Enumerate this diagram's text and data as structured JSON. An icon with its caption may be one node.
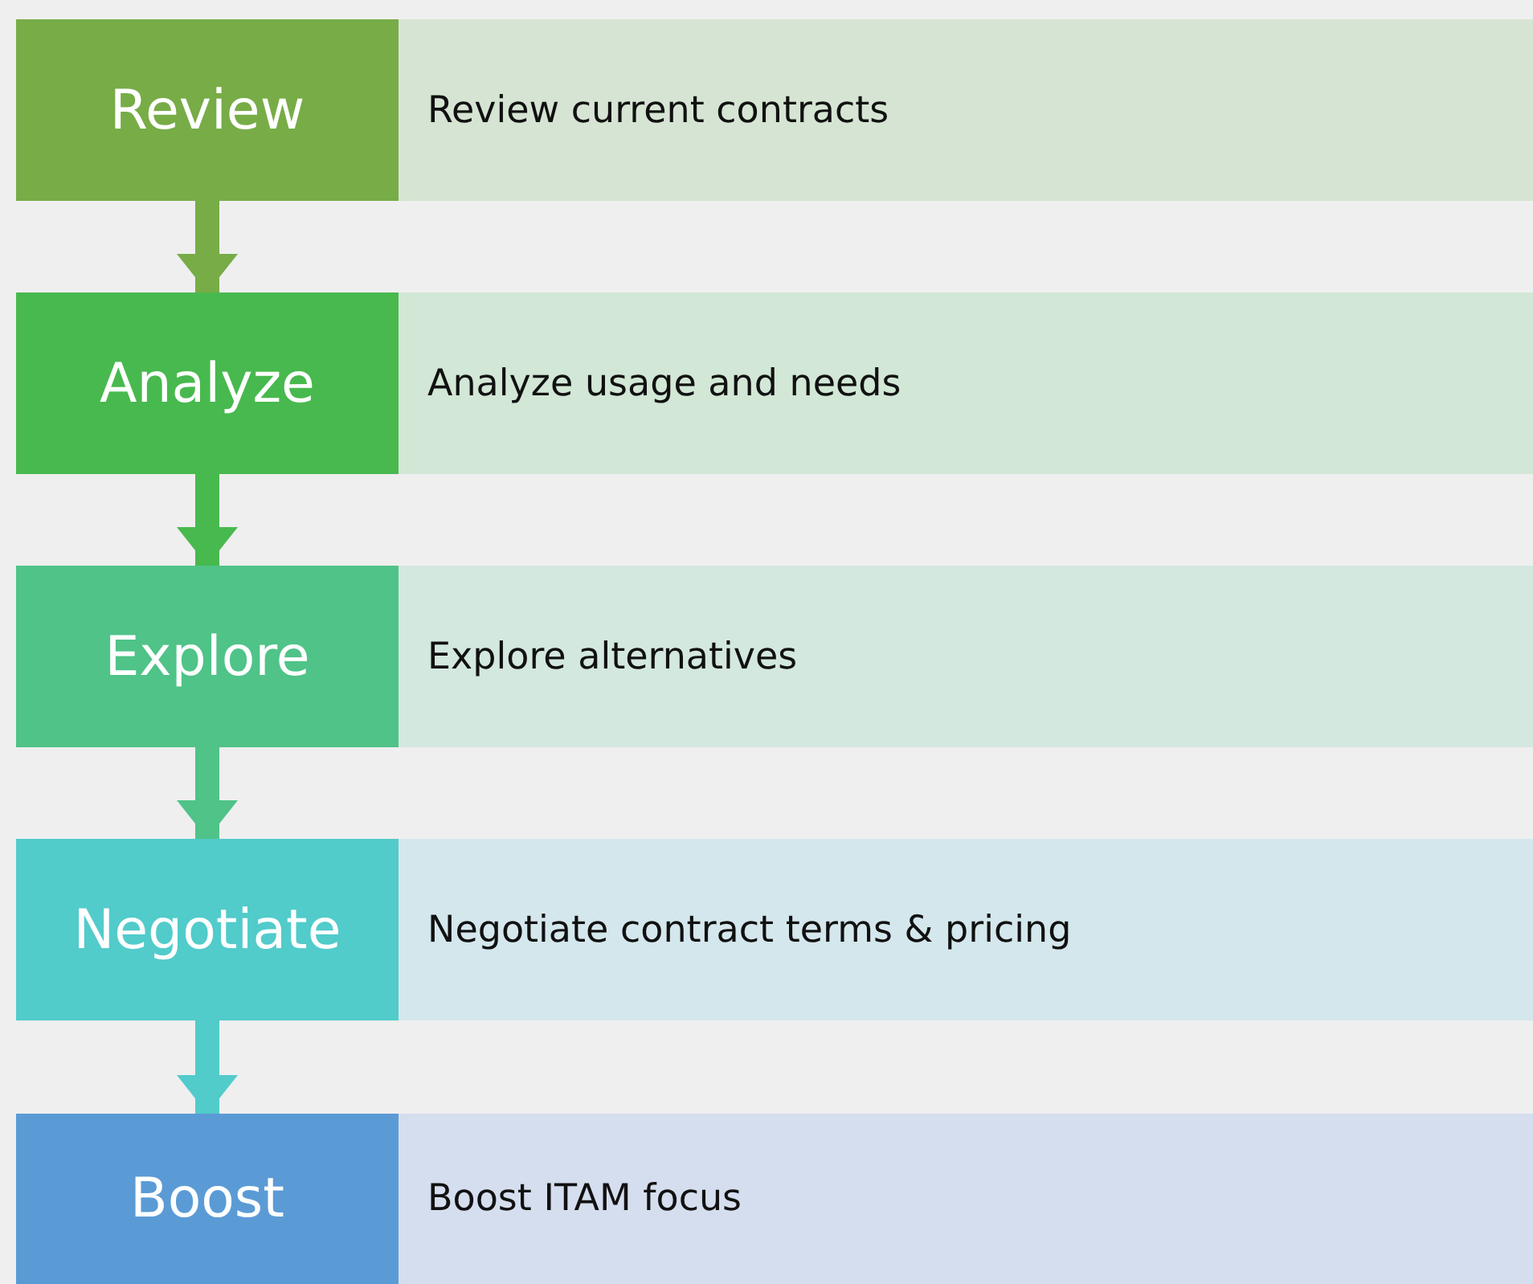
{
  "diagram": {
    "nodes": [
      {
        "text": [
          "Review"
        ]
      },
      {
        "text": [
          "Review current contracts"
        ]
      },
      {
        "text": [
          "Analyze"
        ]
      },
      {
        "text": [
          "Analyze usage and needs"
        ]
      },
      {
        "text": [
          "Explore"
        ]
      },
      {
        "text": [
          "Explore alternatives"
        ]
      },
      {
        "text": [
          "Negotiate"
        ]
      },
      {
        "text": [
          "Negotiate contract terms & pricing"
        ]
      },
      {
        "text": [
          "Boost"
        ]
      },
      {
        "text": [
          "Boost ITAM focus"
        ]
      }
    ],
    "edges": [
      {
        "from": 0,
        "to": 2,
        "arrow": "to",
        "color": "#77ac47"
      },
      {
        "from": 2,
        "to": 4,
        "arrow": "to",
        "color": "#48b94e"
      },
      {
        "from": 4,
        "to": 6,
        "arrow": "to",
        "color": "#4fc388"
      },
      {
        "from": 6,
        "to": 8,
        "arrow": "to",
        "color": "#52cbcb"
      }
    ]
  }
}
